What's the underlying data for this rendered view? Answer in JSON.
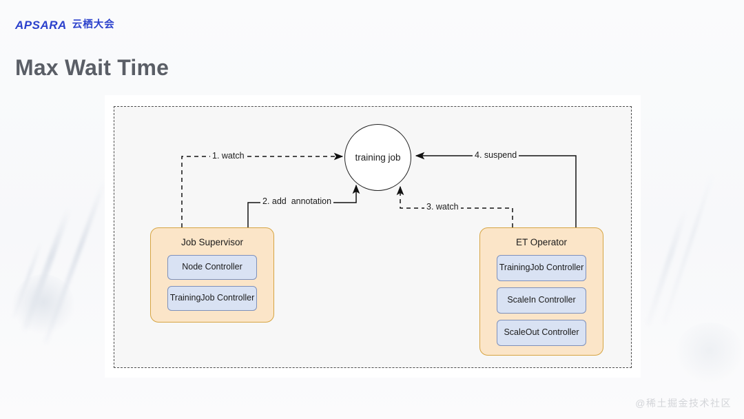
{
  "brand": {
    "logo_mark": "APSARA",
    "logo_cn": "云栖大会",
    "logo_color": "#2b41cc"
  },
  "page_title": "Max Wait Time",
  "watermark": "@稀土掘金技术社区",
  "diagram": {
    "type": "flow-diagram",
    "cluster_border_style": "dashed",
    "center_node": {
      "name": "training-job",
      "label": "training job",
      "shape": "circle",
      "fill": "#ffffff",
      "stroke": "#202020"
    },
    "groups": [
      {
        "name": "job-supervisor",
        "title": "Job Supervisor",
        "fill": "#fbe5c8",
        "stroke": "#d6a441",
        "items": [
          {
            "label": "Node  Controller"
          },
          {
            "label": "TrainingJob Controller"
          }
        ]
      },
      {
        "name": "et-operator",
        "title": "ET Operator",
        "fill": "#fbe5c8",
        "stroke": "#d6a441",
        "items": [
          {
            "label": "TrainingJob Controller"
          },
          {
            "label": "ScaleIn Controller"
          },
          {
            "label": "ScaleOut Controller"
          }
        ]
      }
    ],
    "edges": [
      {
        "name": "edge-watch-1",
        "label": "1. watch",
        "style": "dashed",
        "from": "job-supervisor",
        "to": "training-job",
        "arrow": "to"
      },
      {
        "name": "edge-add-annotation",
        "label": "2. add  annotation",
        "style": "solid",
        "from": "job-supervisor",
        "to": "training-job",
        "arrow": "to"
      },
      {
        "name": "edge-watch-3",
        "label": "3. watch",
        "style": "dashed",
        "from": "et-operator",
        "to": "training-job",
        "arrow": "to"
      },
      {
        "name": "edge-suspend",
        "label": "4. suspend",
        "style": "solid",
        "from": "et-operator",
        "to": "training-job",
        "arrow": "to"
      }
    ]
  }
}
